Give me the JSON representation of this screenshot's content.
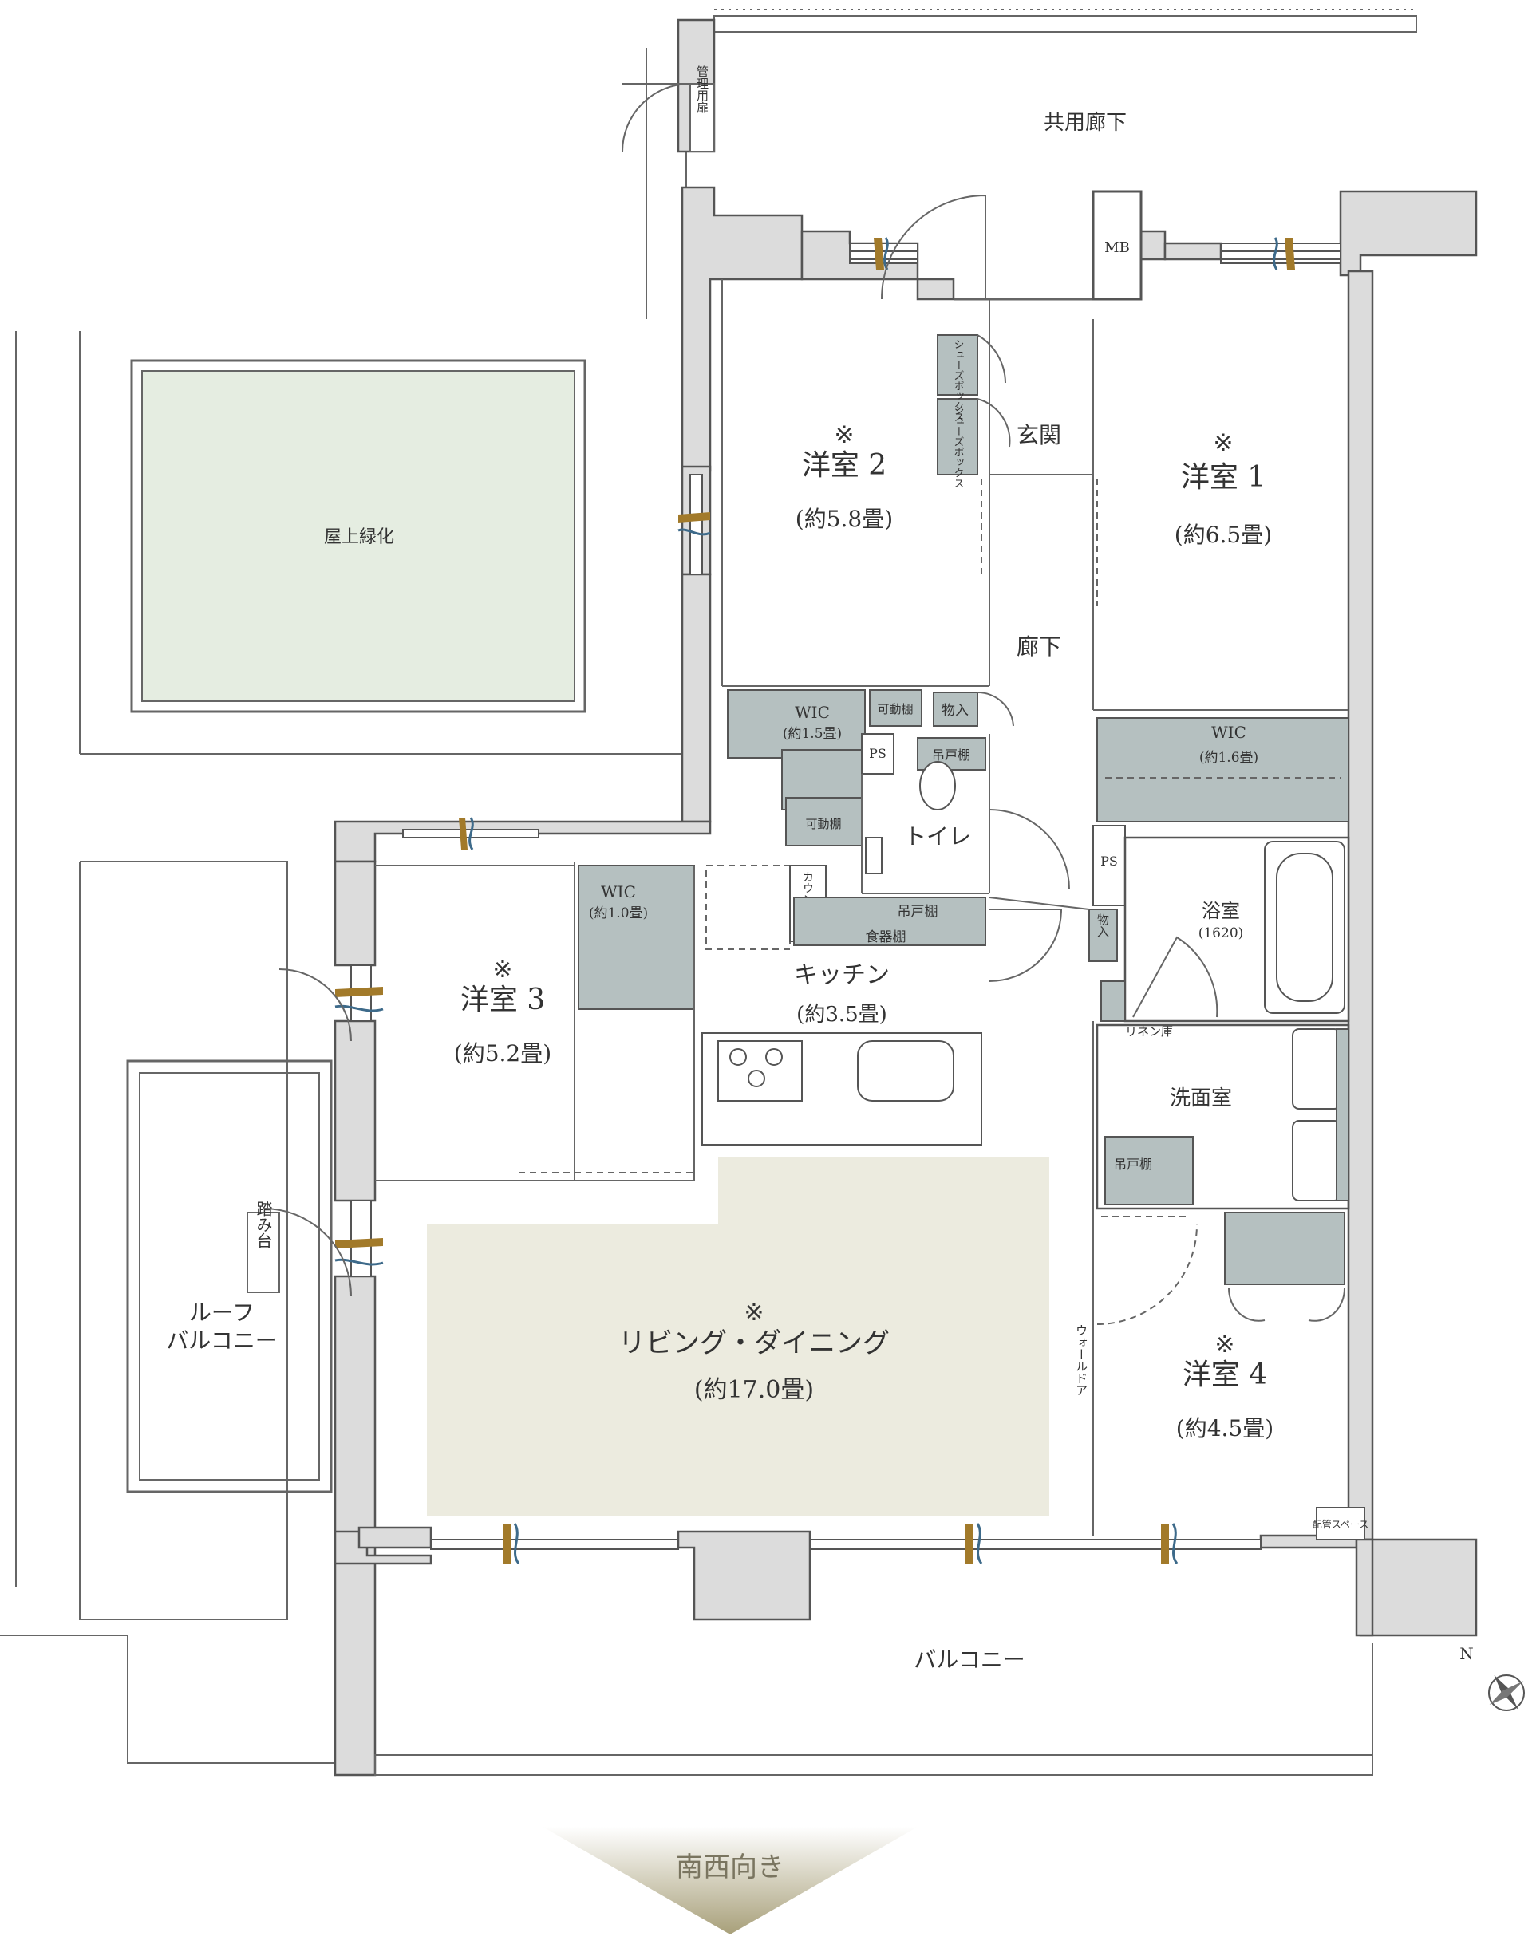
{
  "rooms": {
    "corridor_common": "共用廊下",
    "mb": "MB",
    "mgmt_door": "管理用扉",
    "genkan": "玄関",
    "shoes_box_1": "シューズボックス",
    "shoes_box_2": "シューズボックス",
    "hallway": "廊下",
    "room1": {
      "mark": "※",
      "name": "洋室 1",
      "size": "(約6.5畳)"
    },
    "room2": {
      "mark": "※",
      "name": "洋室 2",
      "size": "(約5.8畳)"
    },
    "room3": {
      "mark": "※",
      "name": "洋室 3",
      "size": "(約5.2畳)"
    },
    "room4": {
      "mark": "※",
      "name": "洋室 4",
      "size": "(約4.5畳)"
    },
    "wic1": {
      "name": "WIC",
      "size": "(約1.5畳)"
    },
    "wic2": {
      "name": "WIC",
      "size": "(約1.6畳)"
    },
    "wic3": {
      "name": "WIC",
      "size": "(約1.0畳)"
    },
    "movable_shelf_1": "可動棚",
    "movable_shelf_2": "可動棚",
    "storage_1": "物入",
    "storage_2": "物入",
    "ps_1": "PS",
    "ps_2": "PS",
    "toilet": "トイレ",
    "hanging_cabinet_toilet": "吊戸棚",
    "counter": "カウンター",
    "hanging_cabinet_kitchen": "吊戸棚",
    "dish_cabinet": "食器棚",
    "kitchen": {
      "name": "キッチン",
      "size": "(約3.5畳)"
    },
    "bath": {
      "name": "浴室",
      "size": "(1620)"
    },
    "linen": "リネン庫",
    "washroom": "洗面室",
    "hanging_cabinet_wash": "吊戸棚",
    "walldoor": "ウォールドア",
    "living": {
      "mark": "※",
      "name": "リビング・ダイニング",
      "size": "(約17.0畳)"
    },
    "rooftop_green": "屋上緑化",
    "step": "踏み台",
    "roof_balcony_1": "ルーフ",
    "roof_balcony_2": "バルコニー",
    "balcony": "バルコニー",
    "pipe_space": "配管スペース"
  },
  "compass": "N",
  "orientation": "南西向き",
  "colors": {
    "storage": "#b5c0c0",
    "living_floor": "#ecebdf",
    "rooftop_green": "#e5ede1",
    "arrow_gold": "#a8a07a",
    "window_gold": "#a27a2a",
    "window_blue": "#3d6a8a"
  }
}
